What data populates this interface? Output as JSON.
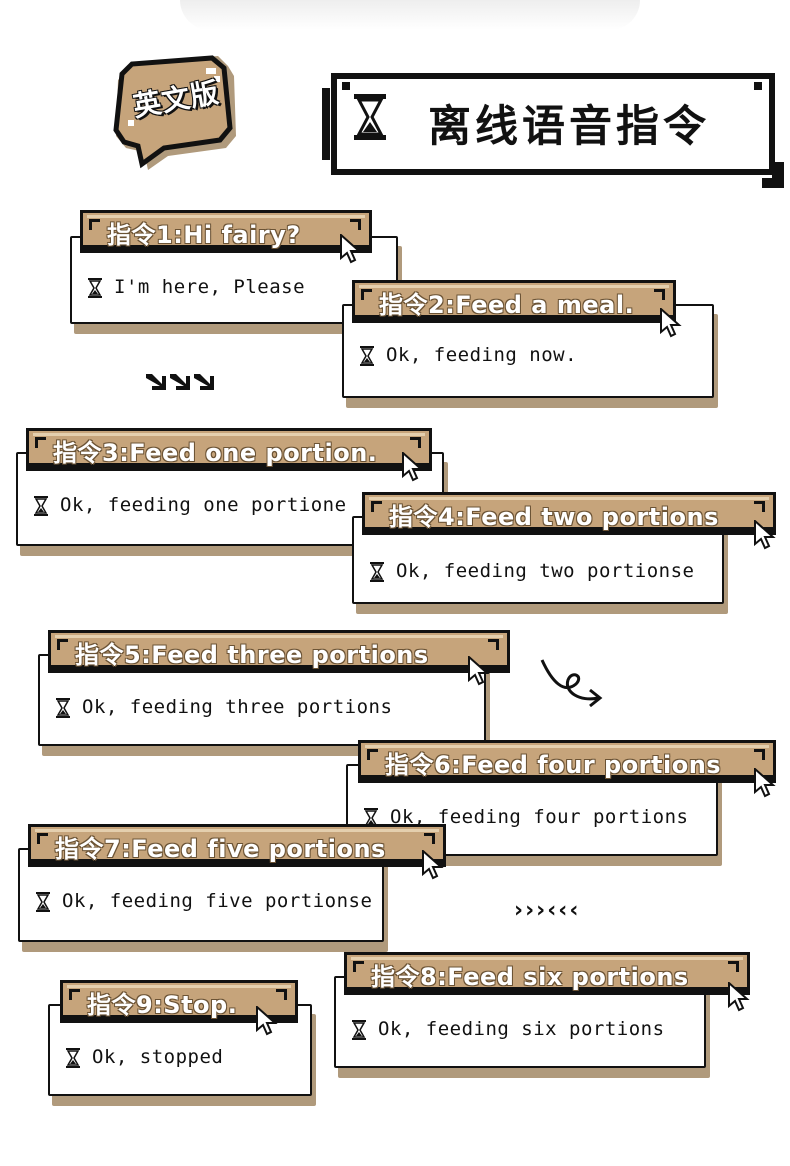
{
  "badge": {
    "label": "英文版"
  },
  "header": {
    "title": "离线语音指令"
  },
  "commands": [
    {
      "label": "指令1:Hi fairy?",
      "response": "I'm here, Please"
    },
    {
      "label": "指令2:Feed a meal.",
      "response": "Ok, feeding now."
    },
    {
      "label": "指令3:Feed one portion.",
      "response": "Ok, feeding one portione"
    },
    {
      "label": "指令4:Feed two portions",
      "response": "Ok, feeding two portionse"
    },
    {
      "label": "指令5:Feed three portions",
      "response": "Ok, feeding three portions"
    },
    {
      "label": "指令6:Feed four portions",
      "response": "Ok, feeding four portions"
    },
    {
      "label": "指令7:Feed five portions",
      "response": "Ok, feeding five portionse"
    },
    {
      "label": "指令8:Feed six portions",
      "response": "Ok, feeding six portions"
    },
    {
      "label": "指令9:Stop.",
      "response": "Ok, stopped"
    }
  ],
  "decorations": {
    "chevrons": "›››‹‹‹"
  },
  "colors": {
    "tan": "#c6a47b",
    "shadow": "#b09a7c",
    "ink": "#111111"
  }
}
